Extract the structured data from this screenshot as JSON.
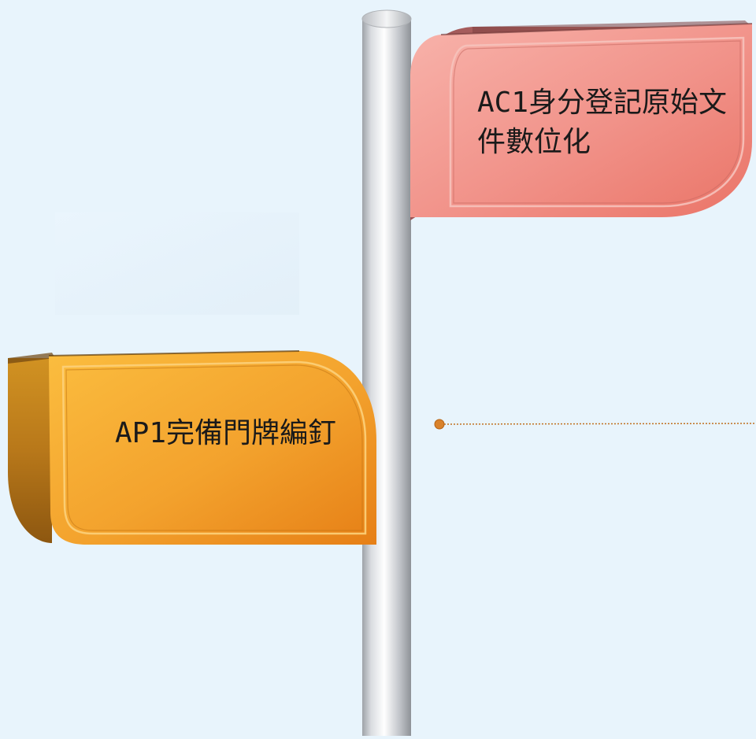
{
  "diagram": {
    "signs": [
      {
        "id": "ac1",
        "text": "AC1身分登記原始文件數位化",
        "color": "#f0877d"
      },
      {
        "id": "ap1",
        "text": "AP1完備門牌編釘",
        "color": "#f3a731"
      }
    ],
    "colors": {
      "background": "#e8f4fc",
      "pole": "#c9ccd1",
      "connector": "#c07020"
    }
  }
}
